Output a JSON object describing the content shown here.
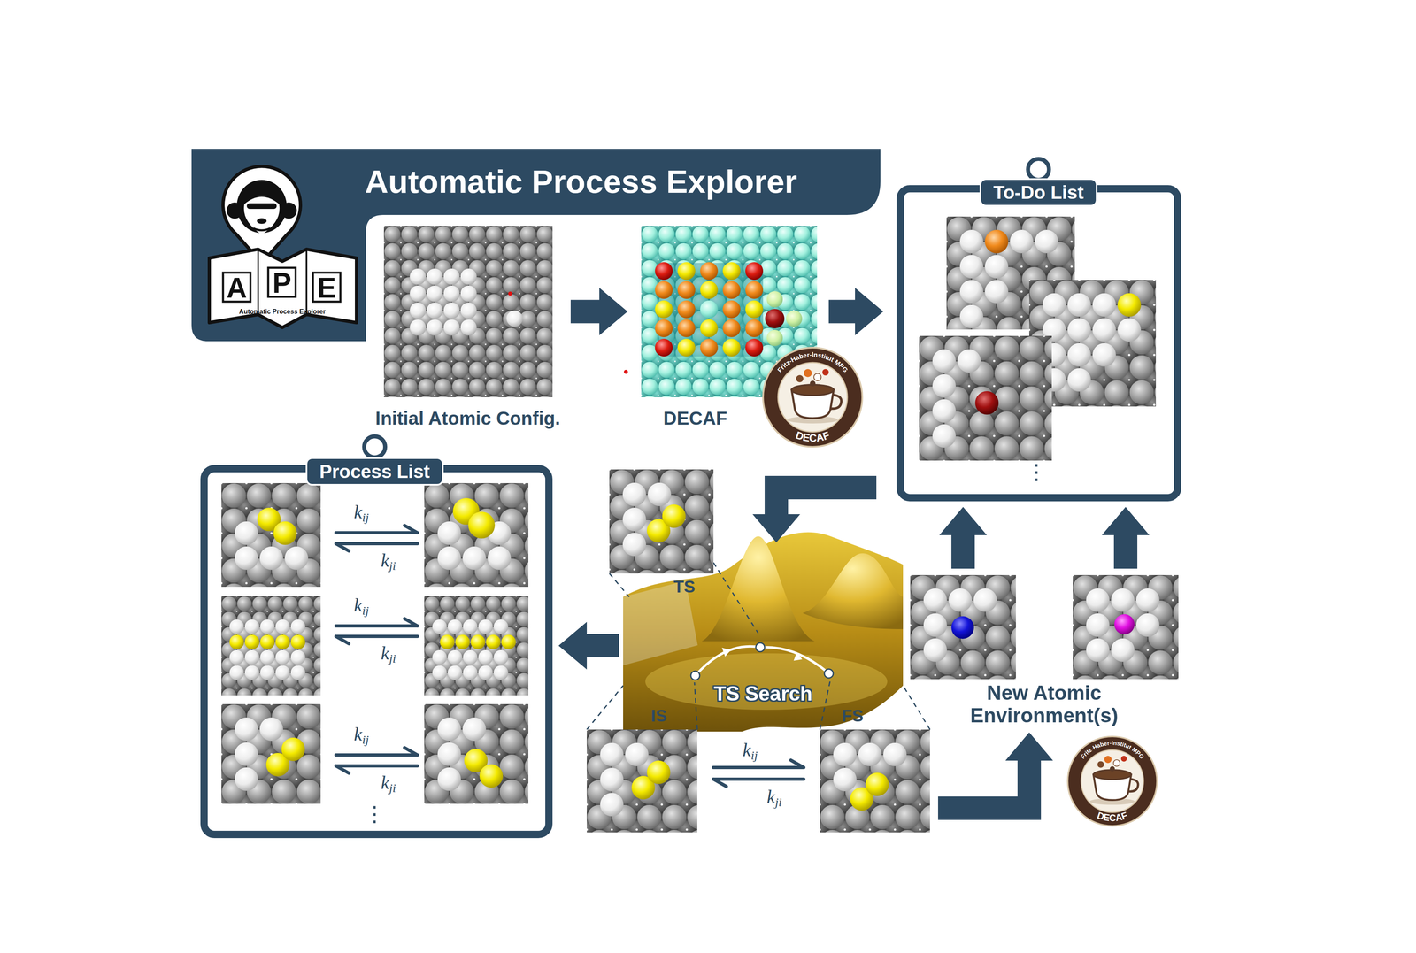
{
  "diagram": {
    "title": "Automatic Process Explorer",
    "nodes": [
      {
        "text": [
          "Initial Atomic Config."
        ]
      },
      {
        "text": [
          "DECAF"
        ]
      },
      {
        "text": [
          "To-Do List"
        ]
      },
      {
        "text": [
          "Process List"
        ]
      },
      {
        "text": [
          "TS"
        ]
      },
      {
        "text": [
          "TS Search"
        ]
      },
      {
        "text": [
          "IS"
        ]
      },
      {
        "text": [
          "FS"
        ]
      },
      {
        "text": [
          "New Atomic Environment(s)"
        ]
      }
    ],
    "edges": [
      {
        "from": 0,
        "to": 1,
        "arrow": "to"
      },
      {
        "from": 1,
        "to": 2,
        "arrow": "to"
      },
      {
        "from": 2,
        "to": 5,
        "arrow": "to"
      },
      {
        "from": 5,
        "to": 3,
        "arrow": "to"
      },
      {
        "from": 7,
        "to": 8,
        "arrow": "to"
      },
      {
        "from": 8,
        "to": 2,
        "arrow": "to"
      },
      {
        "from": 8,
        "to": 2,
        "arrow": "to"
      },
      {
        "from": 6,
        "to": 7,
        "arrow": "both"
      }
    ],
    "labels": [
      "A",
      "P",
      "E",
      "Automatic Process Explorer",
      "Fritz-Haber-Institut MPG",
      "DECAF",
      "⋮",
      "kij",
      "kji",
      "kij",
      "kji",
      "kij",
      "kji",
      "⋮",
      "kij",
      "kji",
      "Fritz-Haber-Institut MPG",
      "DECAF"
    ]
  }
}
